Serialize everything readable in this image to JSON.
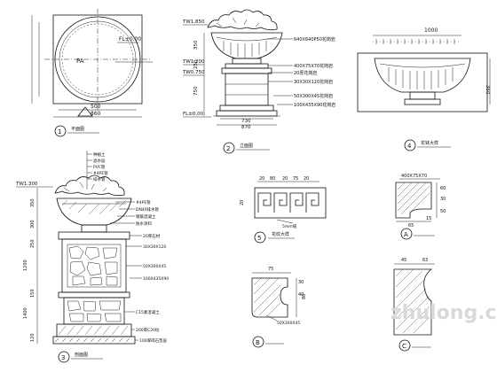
{
  "drawing": {
    "plan_view": {
      "elev_label": "FL±0.00",
      "center_code": "PA",
      "dims": [
        "500",
        "860"
      ],
      "caption": "平面图",
      "index": "1"
    },
    "elevation_view": {
      "top_elev": "TW1.850",
      "mid_elev": "TW1.200",
      "low_elev": "TW0.750",
      "base_elev": "FL±0.00",
      "notes": [
        "640X640P50花岗岩",
        "400X75X70花岗岩",
        "20厚花岗岩",
        "30X30X120花岗岩",
        "50X300X45花岗岩",
        "100X435X90花岗岩"
      ],
      "v_dims": [
        "350",
        "250",
        "750"
      ],
      "h_dims": [
        "730",
        "870"
      ],
      "caption": "立面图",
      "index": "2"
    },
    "bowl_view": {
      "width_dim": "1000",
      "height_dim": "350",
      "caption": "花钵大样",
      "index": "4"
    },
    "section_view": {
      "top_elev": "TW1.300",
      "notes_top": [
        "种植土",
        "滤水层",
        "PVC管",
        "#4PE管",
        "排水管"
      ],
      "notes_mid": [
        "#4PE管",
        "DN40排水管",
        "钢筋混凝土",
        "防水涂料",
        "20厚石材",
        "30X30X120",
        "50X300X45",
        "100X435X90"
      ],
      "notes_bot": [
        "C15素混凝土",
        "200厚C20砼",
        "100厚碎石垫层"
      ],
      "v_dims": [
        "350",
        "300",
        "250",
        "1200",
        "150",
        "1400",
        "120"
      ],
      "caption": "剖面图",
      "index": "3"
    },
    "pattern_view": {
      "dims": [
        "20",
        "80",
        "20",
        "75",
        "20"
      ],
      "side_dim": "20",
      "note": "5mm缝",
      "caption": "花纹大样",
      "index": "5"
    },
    "profile_a": {
      "note": "400X75X70",
      "dims": [
        "60",
        "30",
        "50",
        "15",
        "65"
      ],
      "label": "A"
    },
    "profile_b": {
      "note": "50X300X45",
      "dims": [
        "75",
        "30",
        "40",
        "80"
      ],
      "label": "B"
    },
    "profile_c": {
      "dims": [
        "45",
        "63"
      ],
      "label": "C"
    }
  },
  "watermark": "zhulong.com"
}
